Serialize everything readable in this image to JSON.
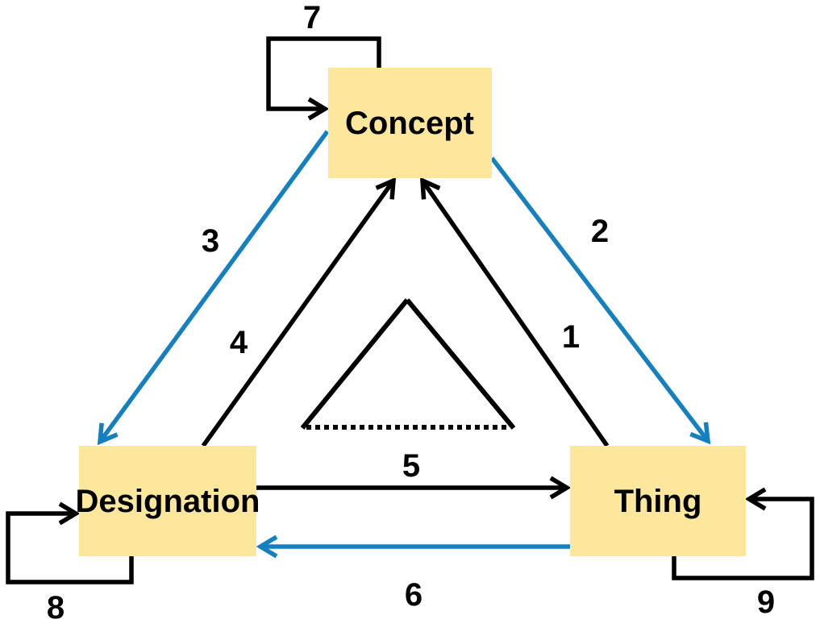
{
  "diagram": {
    "title": "semantic-triangle",
    "background": "#ffffff",
    "colors": {
      "node_fill": "#FCE79C",
      "black": "#000000",
      "blue": "#1580C0",
      "text": "#000000"
    },
    "nodes": [
      {
        "id": "concept",
        "label": "Concept"
      },
      {
        "id": "designation",
        "label": "Designation"
      },
      {
        "id": "thing",
        "label": "Thing"
      }
    ],
    "edges": [
      {
        "number": "1",
        "from": "thing",
        "to": "concept",
        "color": "black",
        "kind": "straight"
      },
      {
        "number": "2",
        "from": "concept",
        "to": "thing",
        "color": "blue",
        "kind": "straight"
      },
      {
        "number": "3",
        "from": "concept",
        "to": "designation",
        "color": "blue",
        "kind": "straight"
      },
      {
        "number": "4",
        "from": "designation",
        "to": "concept",
        "color": "black",
        "kind": "straight"
      },
      {
        "number": "5",
        "from": "designation",
        "to": "thing",
        "color": "black",
        "kind": "straight"
      },
      {
        "number": "6",
        "from": "thing",
        "to": "designation",
        "color": "blue",
        "kind": "straight"
      },
      {
        "number": "7",
        "from": "concept",
        "to": "concept",
        "color": "black",
        "kind": "self-loop"
      },
      {
        "number": "8",
        "from": "designation",
        "to": "designation",
        "color": "black",
        "kind": "self-loop"
      },
      {
        "number": "9",
        "from": "thing",
        "to": "thing",
        "color": "black",
        "kind": "self-loop"
      }
    ],
    "inner_triangle": {
      "description": "small triangle between the three boxes",
      "sides": "solid",
      "base": "dotted"
    }
  }
}
